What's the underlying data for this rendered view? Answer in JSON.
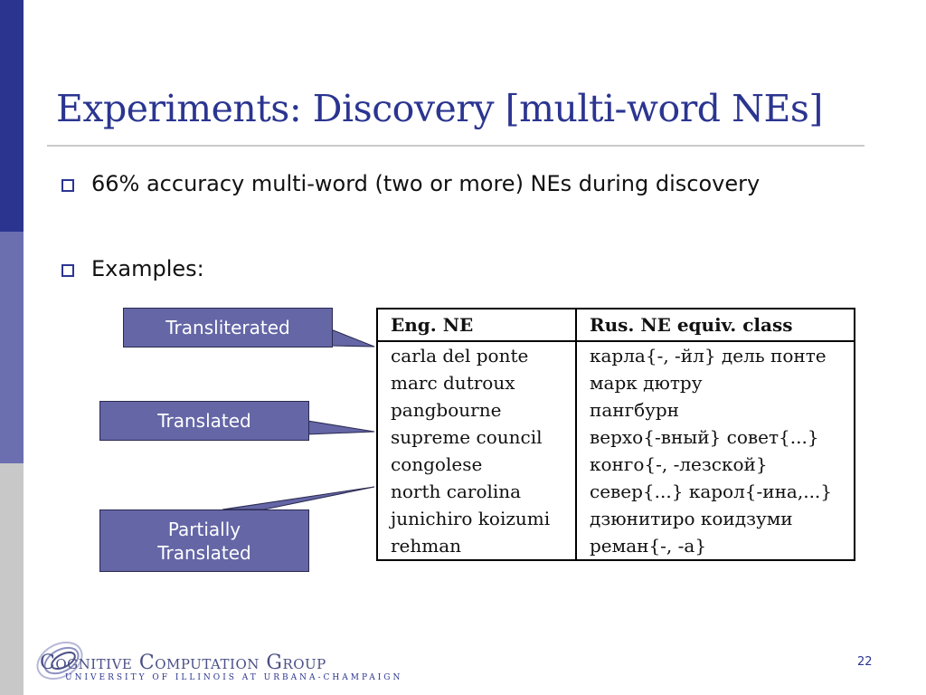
{
  "slide": {
    "title": "Experiments: Discovery [multi-word NEs]",
    "bullets": [
      "66% accuracy multi-word (two or more) NEs during discovery",
      "Examples:"
    ],
    "slide_number": "22"
  },
  "callouts": {
    "transliterated": "Transliterated",
    "translated": "Translated",
    "partially_line1": "Partially",
    "partially_line2": "Translated"
  },
  "table": {
    "headers": [
      "Eng. NE",
      "Rus. NE equiv. class"
    ],
    "rows": [
      [
        "carla del ponte",
        "карла{-, -йл} дель понте"
      ],
      [
        "marc dutroux",
        "марк дютру"
      ],
      [
        "pangbourne",
        "пангбурн"
      ],
      [
        "supreme council",
        "верхо{-вный} совет{...}"
      ],
      [
        "congolese",
        "конго{-, -лезской}"
      ],
      [
        "north carolina",
        "север{...} карол{-ина,...}"
      ],
      [
        "junichiro koizumi",
        "дзюнитиро коидзуми"
      ],
      [
        "rehman",
        "реман{-, -а}"
      ]
    ]
  },
  "logo": {
    "name": "Cognitive Computation Group",
    "subtitle": "UNIVERSITY OF ILLINOIS AT URBANA-CHAMPAIGN"
  },
  "colors": {
    "accent": "#2b3590",
    "callout_fill": "#6466a6"
  }
}
